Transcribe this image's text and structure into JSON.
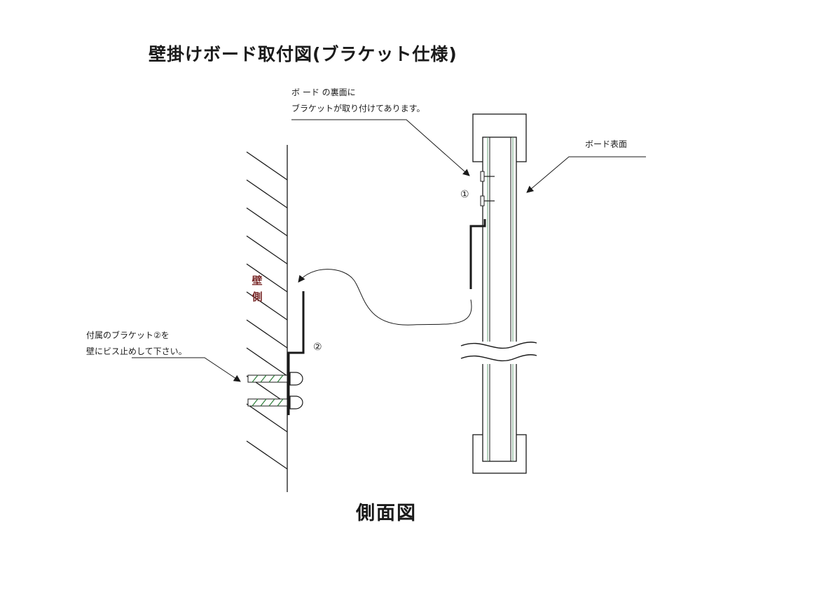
{
  "diagram": {
    "title": "壁掛けボード取付図(ブラケット仕様)",
    "note_board_back": [
      "ボ ード の裏面に",
      "ブラケットが取り付けてあります。"
    ],
    "board_face_label": "ボード表面",
    "wall_side_label": "壁側",
    "note_bracket": [
      "付属のブラケット②を",
      "壁にビス止めして下さい。"
    ],
    "marker_1": "①",
    "marker_2": "②",
    "caption": "側面図"
  },
  "colors": {
    "line": "#1a1a1a",
    "wall_label": "#7a2a2a",
    "board_inner": "#6aa07a",
    "screw_hatch": "#2e7d3a"
  }
}
